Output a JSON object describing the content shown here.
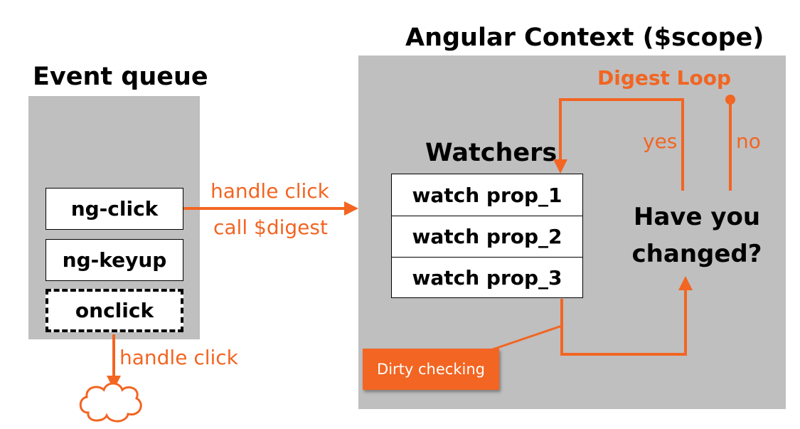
{
  "colors": {
    "accent": "#f26522",
    "panel": "#bfbfbf"
  },
  "event_queue": {
    "title": "Event queue",
    "items": [
      "ng-click",
      "ng-keyup",
      "onclick"
    ],
    "bottom_label": "handle click",
    "bottom_icon": "cloud-icon"
  },
  "arrow_labels": {
    "line1": "handle click",
    "line2": "call $digest"
  },
  "angular_context": {
    "title": "Angular Context ($scope)",
    "digest_loop": "Digest Loop",
    "watchers_title": "Watchers",
    "watchers": [
      "watch prop_1",
      "watch prop_2",
      "watch prop_3"
    ],
    "question_line1": "Have you",
    "question_line2": "changed?",
    "yes_label": "yes",
    "no_label": "no",
    "dirty_checking": "Dirty checking"
  }
}
